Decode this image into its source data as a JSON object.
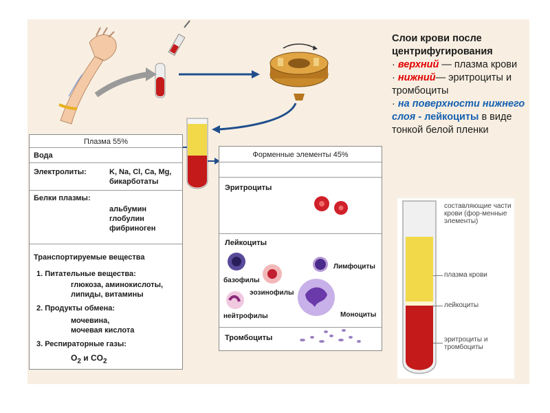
{
  "right_text": {
    "title": "Слои крови после центрифугирования",
    "item1_bullet": "· ",
    "item1_em": "верхний",
    "item1_rest": " — плазма крови",
    "item2_bullet": "· ",
    "item2_em": "нижний",
    "item2_rest": "— эритроциты и тромбоциты",
    "item3_bullet": "· ",
    "item3_em": "на поверхности нижнего слоя -",
    "item3_bold": "лейкоциты",
    "item3_rest": " в виде тонкой белой пленки"
  },
  "plasma_box": {
    "title": "Плазма 55%",
    "water": "Вода",
    "electrolytes_label": "Электролиты:",
    "electrolytes_value": "K, Na, Cl, Ca, Mg,",
    "electrolytes_value2": "бикарботаты",
    "proteins_label": "Белки плазмы:",
    "protein1": "альбумин",
    "protein2": "глобулин",
    "protein3": "фибриноген",
    "transport_label": "Транспортируемые вещества",
    "nutrients_label": "1. Питательные вещества:",
    "nutrients_value1": "глюкоза, аминокислоты,",
    "nutrients_value2": "липиды, витамины",
    "waste_label": "2. Продукты обмена:",
    "waste_value1": "мочевина,",
    "waste_value2": "мочевая кислота",
    "gases_label": "3. Респираторные газы:",
    "o2": "O",
    "o2_sub": "2",
    "and": " и ",
    "co2": "CO",
    "co2_sub": "2"
  },
  "formed_box": {
    "title": "Форменные элементы 45%",
    "erythrocytes": "Эритроциты",
    "leukocytes": "Лейкоциты",
    "basophils": "базофилы",
    "eosinophils": "эозинофилы",
    "neutrophils": "нейтрофилы",
    "lymphocytes": "Лимфоциты",
    "monocytes": "Моноциты",
    "platelets": "Тромбоциты"
  },
  "tube_diagram": {
    "label_composition": "составляющие части крови (фор-менные элементы)",
    "label_plasma": "плазма крови",
    "label_leukocytes": "лейкоциты",
    "label_rbc": "эритроциты и тромбоциты"
  },
  "colors": {
    "plasma_yellow": "#f2d94a",
    "blood_red": "#c41a1a",
    "arrow_gray": "#9a9a9a",
    "arrow_blue": "#1f4e8c",
    "accent_red": "#e00000",
    "accent_blue": "#1560b0"
  }
}
